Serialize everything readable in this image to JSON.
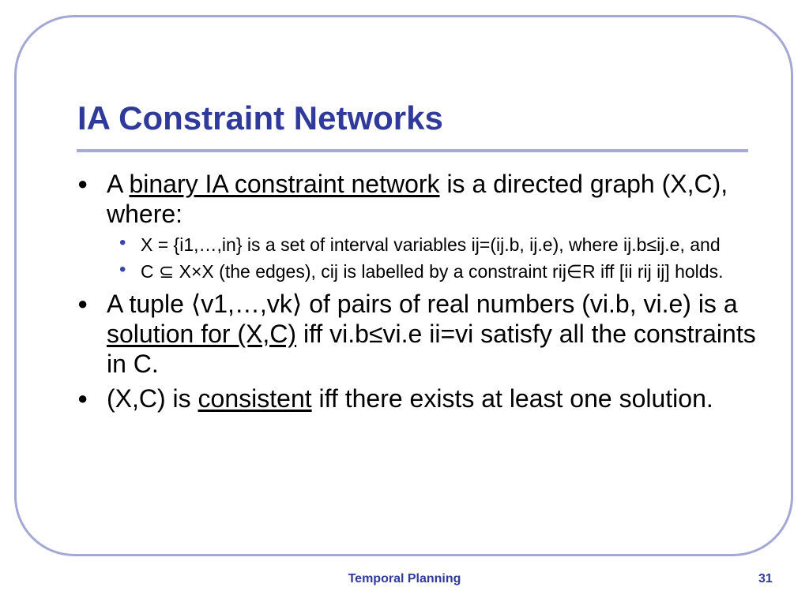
{
  "slide": {
    "title": "IA Constraint Networks",
    "bullets": [
      {
        "text": "A binary IA constraint network is a directed graph (X,C), where:",
        "sub_bullets": [
          "X = {i1,…,in} is a set of interval variables ij=(ij.b, ij.e), where ij.b≤ij.e, and",
          "C ⊆ X×X (the edges), cij is labelled by a constraint rij∈R iff [ii rij ij] holds."
        ]
      },
      {
        "text": "A tuple ⟨v1,…,vk⟩ of pairs of real numbers (vi.b, vi.e) is a solution for (X,C) iff vi.b≤vi.e ii=vi satisfy all the constraints in C.",
        "sub_bullets": []
      },
      {
        "text": "(X,C) is consistent iff there exists at least one solution.",
        "sub_bullets": []
      }
    ],
    "underlined_terms": [
      "binary IA constraint network",
      "solution for (X,C)",
      "consistent"
    ]
  },
  "footer": {
    "center": "Temporal Planning",
    "page_number": "31"
  },
  "colors": {
    "title": "#2f3a9a",
    "frame": "#a4a8d4",
    "rule": "#a7abd4",
    "sub_bullet": "#3d44a8",
    "footer": "#2f3a9a"
  }
}
